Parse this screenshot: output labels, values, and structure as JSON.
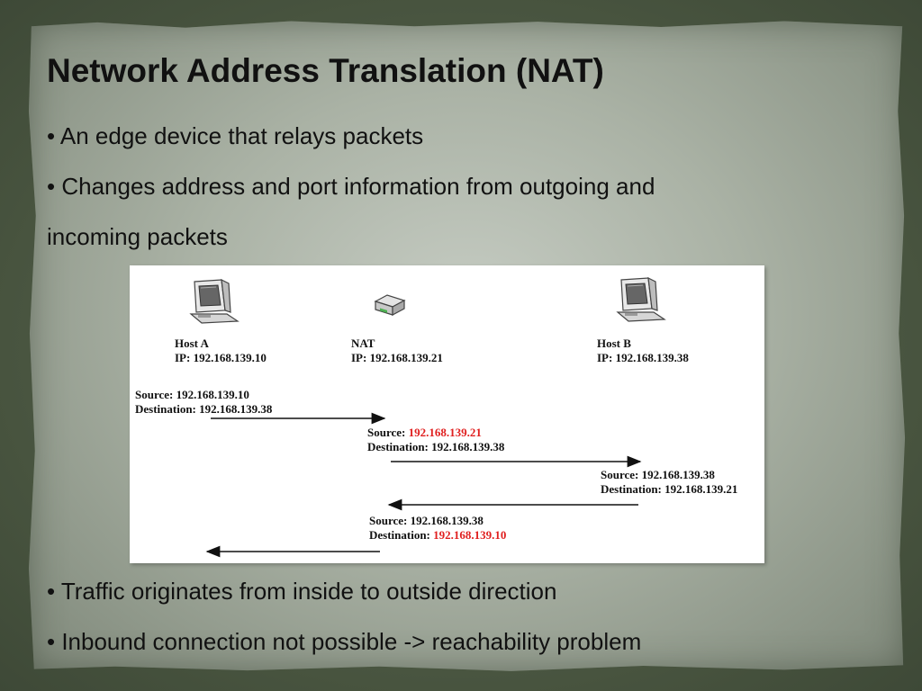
{
  "title": "Network Address Translation (NAT)",
  "bullets": [
    "• An edge device that relays packets",
    "• Changes address and port information from outgoing and",
    "incoming packets",
    "• Traffic originates from inside to outside direction",
    "• Inbound connection not possible -> reachability problem"
  ],
  "diagram": {
    "host_a": {
      "name": "Host A",
      "ip": "IP: 192.168.139.10"
    },
    "nat": {
      "name": "NAT",
      "ip": "IP: 192.168.139.21"
    },
    "host_b": {
      "name": "Host B",
      "ip": "IP: 192.168.139.38"
    },
    "packets": [
      {
        "src_label": "Source:",
        "src": "192.168.139.10",
        "dst_label": "Destination:",
        "dst": "192.168.139.38"
      },
      {
        "src_label": "Source:",
        "src": "192.168.139.21",
        "dst_label": "Destination:",
        "dst": "192.168.139.38"
      },
      {
        "src_label": "Source:",
        "src": "192.168.139.38",
        "dst_label": "Destination:",
        "dst": "192.168.139.21"
      },
      {
        "src_label": "Source:",
        "src": "192.168.139.38",
        "dst_label": "Destination:",
        "dst": "192.168.139.10"
      }
    ],
    "colors": {
      "changed_address": "#e02020"
    }
  }
}
